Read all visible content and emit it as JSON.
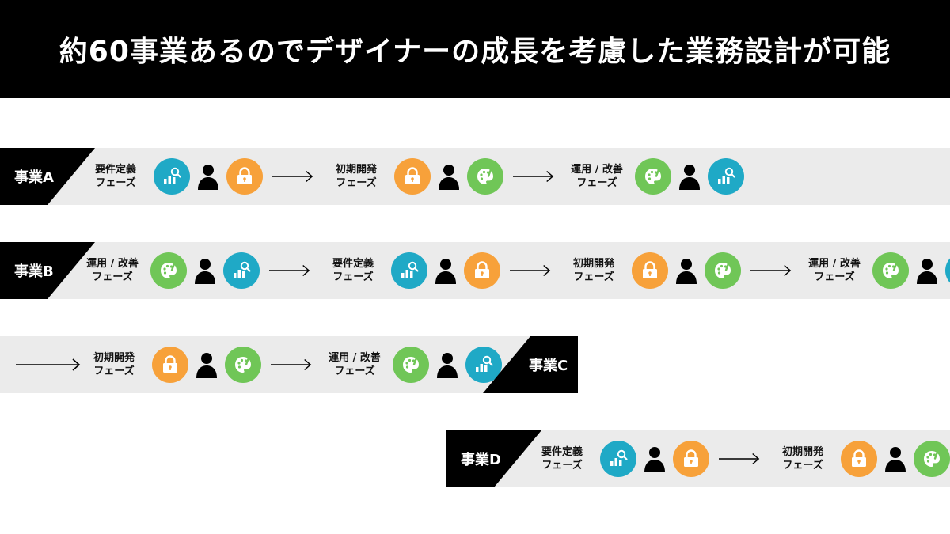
{
  "header": {
    "title": "約60事業あるのでデザイナーの成長を考慮した業務設計が可能"
  },
  "phases": {
    "requirements": "要件定義\nフェーズ",
    "initial_dev": "初期開発\nフェーズ",
    "operation": "運用 / 改善\nフェーズ"
  },
  "businesses": {
    "a": "事業A",
    "b": "事業B",
    "c": "事業C",
    "d": "事業D"
  },
  "icons": {
    "analysis": "chart-magnifier-icon",
    "lock": "padlock-icon",
    "design": "paint-palette-icon",
    "person": "person-icon"
  },
  "colors": {
    "analysis": "#1fa9c6",
    "lock": "#f7a13a",
    "design": "#70c657",
    "band": "#ebebeb",
    "header": "#000000"
  }
}
